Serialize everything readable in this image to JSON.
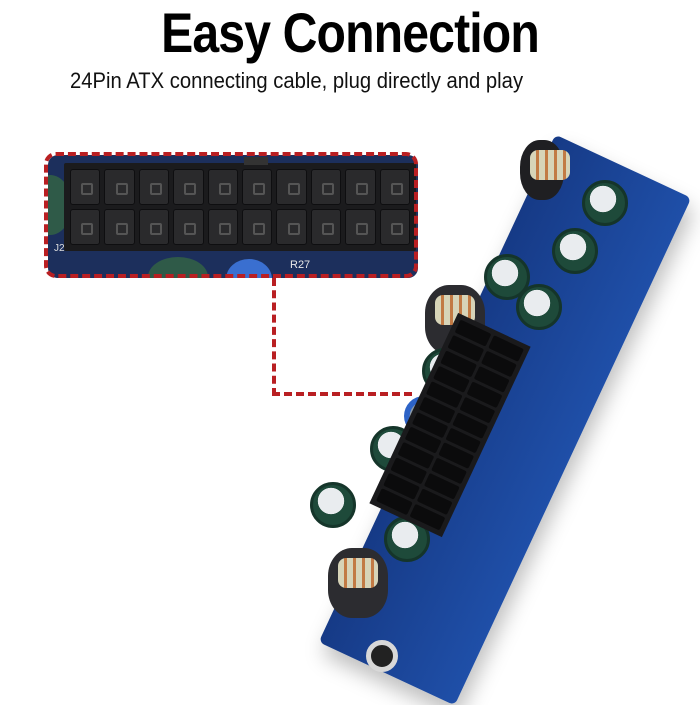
{
  "header": {
    "title": "Easy Connection",
    "subtitle": "24Pin ATX connecting cable, plug directly and play"
  },
  "inset": {
    "board_label": "J2",
    "component_label": "R27",
    "frame_color": "#b91f22",
    "pin_rows": 2,
    "pins_per_row": 10
  },
  "product": {
    "board_color": "#1f4fa8",
    "connector_color": "#1a1a1c"
  }
}
